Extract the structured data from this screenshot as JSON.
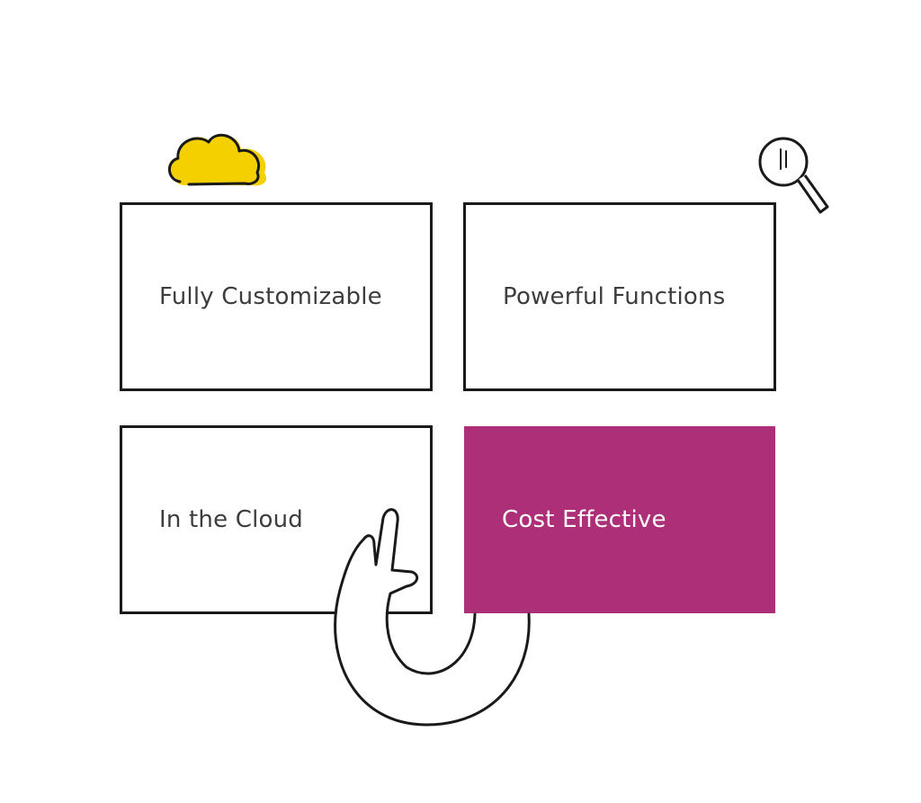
{
  "cards": {
    "top_left": "Fully Customizable",
    "top_right": "Powerful Functions",
    "bottom_left": "In the Cloud",
    "bottom_right": "Cost Effective"
  },
  "colors": {
    "highlight_card": "#ac2f77",
    "cloud_fill": "#f5d000",
    "outline": "#1a1a1a",
    "text": "#3d3d3d"
  },
  "icons": [
    "cloud-icon",
    "magnifier-icon",
    "pointing-hand-illustration"
  ]
}
